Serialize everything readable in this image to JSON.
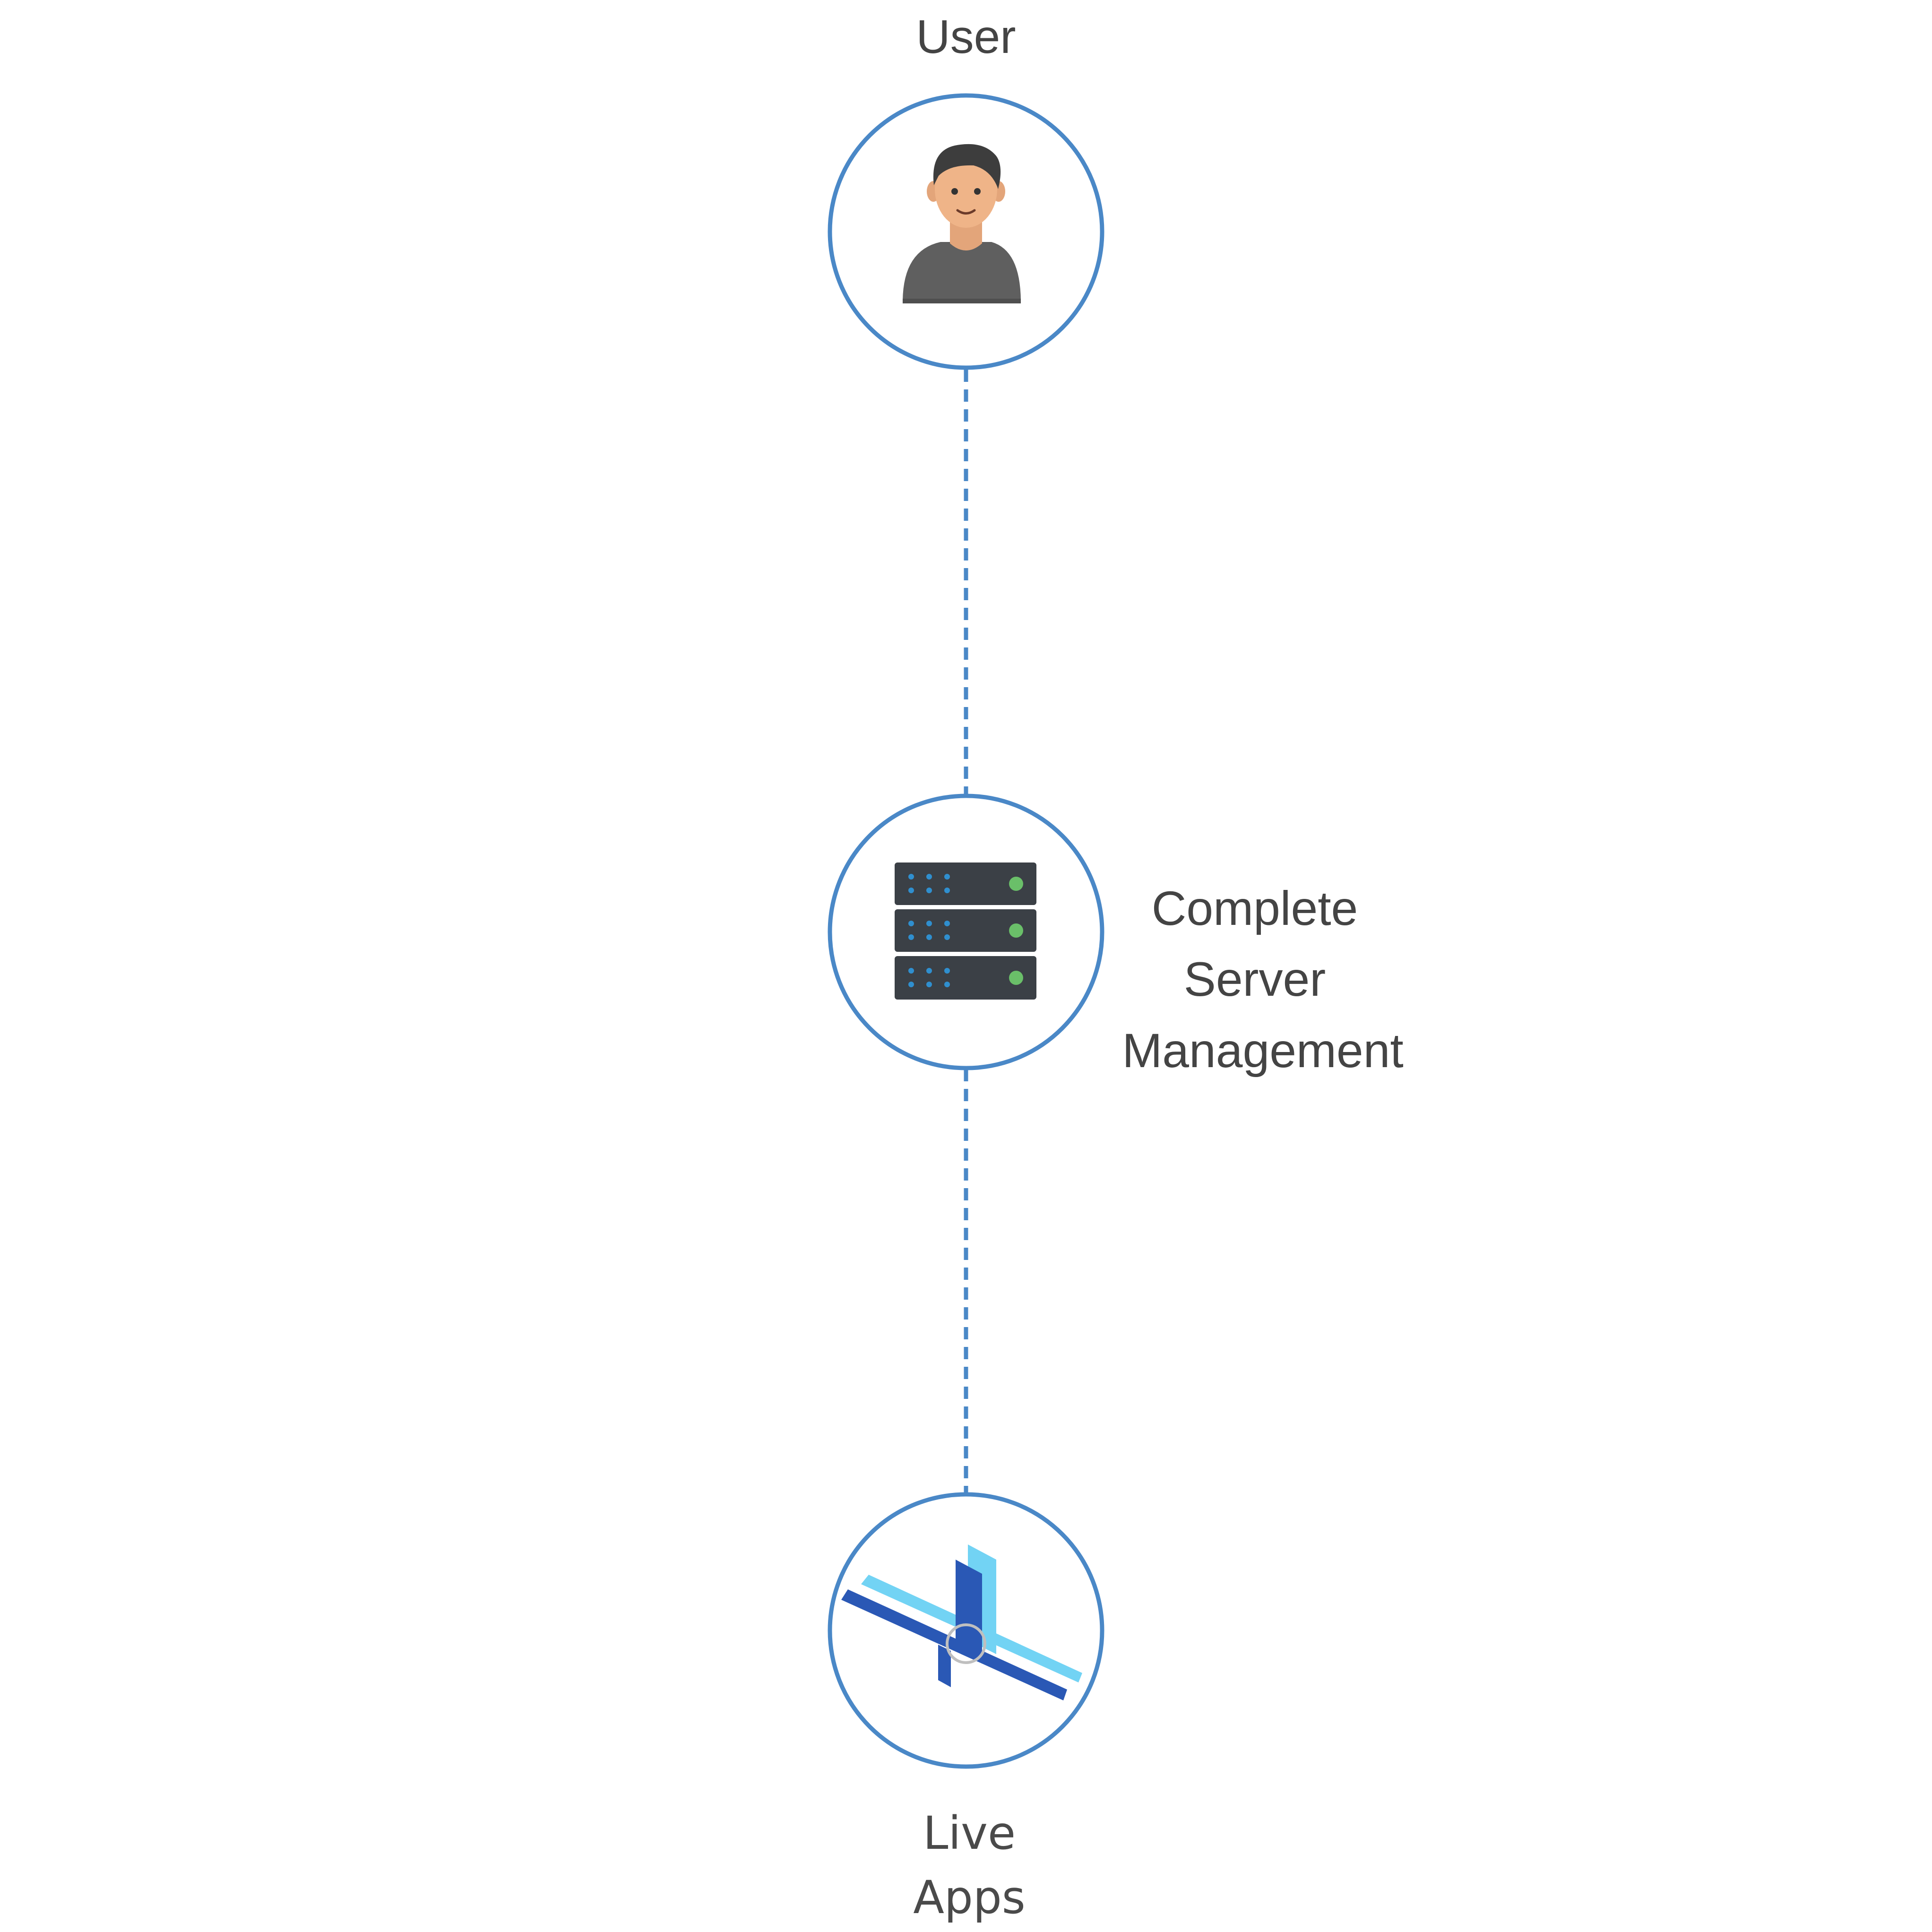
{
  "nodes": {
    "user": {
      "label": "User",
      "icon": "user-avatar-icon"
    },
    "server": {
      "label_lines": [
        "Complete",
        "Server",
        "Management"
      ],
      "icon": "server-rack-icon"
    },
    "apps": {
      "label_lines": [
        "Live",
        "Apps"
      ],
      "icon": "apps-logo-icon"
    }
  },
  "colors": {
    "circle_stroke": "#4a88c7",
    "connector": "#4a88c7",
    "label_text": "#444444",
    "server_body": "#3b4046",
    "server_led": "#6abf69",
    "server_dots": "#2f8fcf",
    "logo_dark_blue": "#2a58b5",
    "logo_light_blue": "#72d3f4"
  }
}
